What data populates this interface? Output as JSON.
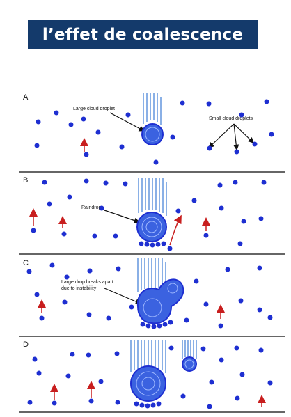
{
  "title": "l’effet de coalescence",
  "colors": {
    "banner": "#143a6b",
    "droplet": "#1e2fd1",
    "drop_fill": "#3b62e0",
    "updraft_arrow": "#c81e1e",
    "separator": "#333333"
  },
  "panels": [
    {
      "letter": "A",
      "labels": {
        "large_droplet": "Large cloud droplet",
        "small_droplets": "Small cloud droplets"
      }
    },
    {
      "letter": "B",
      "labels": {
        "raindrop": "Raindrop"
      }
    },
    {
      "letter": "C",
      "labels": {
        "breakup_line1": "Large drop breaks apart",
        "breakup_line2": "due to instability"
      }
    },
    {
      "letter": "D",
      "labels": {}
    }
  ]
}
